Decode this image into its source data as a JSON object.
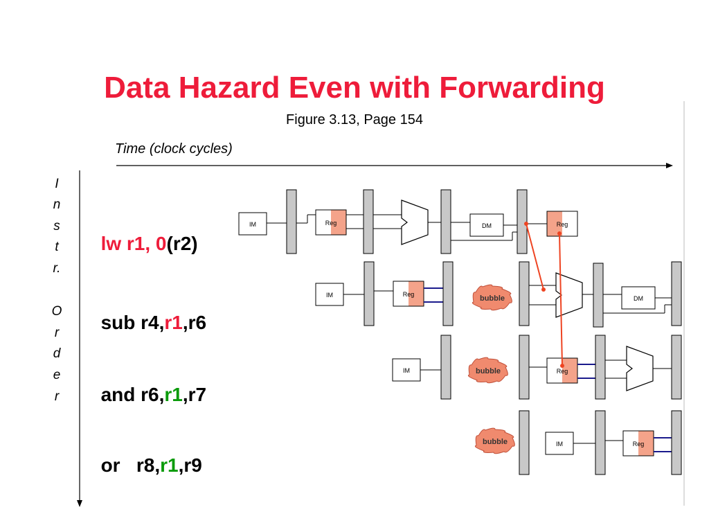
{
  "title": "Data Hazard Even with Forwarding",
  "subtitle": "Figure 3.13, Page 154",
  "time_label": "Time (clock cycles)",
  "y_label_letters": [
    "I",
    "n",
    "s",
    "t",
    "r.",
    "",
    "O",
    "r",
    "d",
    "e",
    "r"
  ],
  "instructions": [
    {
      "parts": [
        {
          "text": "lw r1, 0",
          "color": "red"
        },
        {
          "text": "(r2)",
          "color": "black"
        }
      ]
    },
    {
      "parts": [
        {
          "text": "sub r4,",
          "color": "black"
        },
        {
          "text": "r1",
          "color": "red"
        },
        {
          "text": ",r6",
          "color": "black"
        }
      ]
    },
    {
      "parts": [
        {
          "text": "and r6,",
          "color": "black"
        },
        {
          "text": "r1",
          "color": "green"
        },
        {
          "text": ",r7",
          "color": "black"
        }
      ]
    },
    {
      "parts": [
        {
          "text": "or   r8,",
          "color": "black"
        },
        {
          "text": "r1",
          "color": "green"
        },
        {
          "text": ",r9",
          "color": "black"
        }
      ]
    }
  ],
  "stage_labels": {
    "im": "IM",
    "reg": "Reg",
    "dm": "DM",
    "reg_small": "Reg",
    "bubble": "bubble"
  },
  "colors": {
    "title": "#ee1c3a",
    "highlight_red": "#ee1c3a",
    "highlight_green": "#0b9b0b",
    "pipe_register": "#c8c8c8",
    "reg_shade": "#f4a38a",
    "forward_wire": "#ee4422",
    "bubble_fill": "#f08a6e"
  }
}
